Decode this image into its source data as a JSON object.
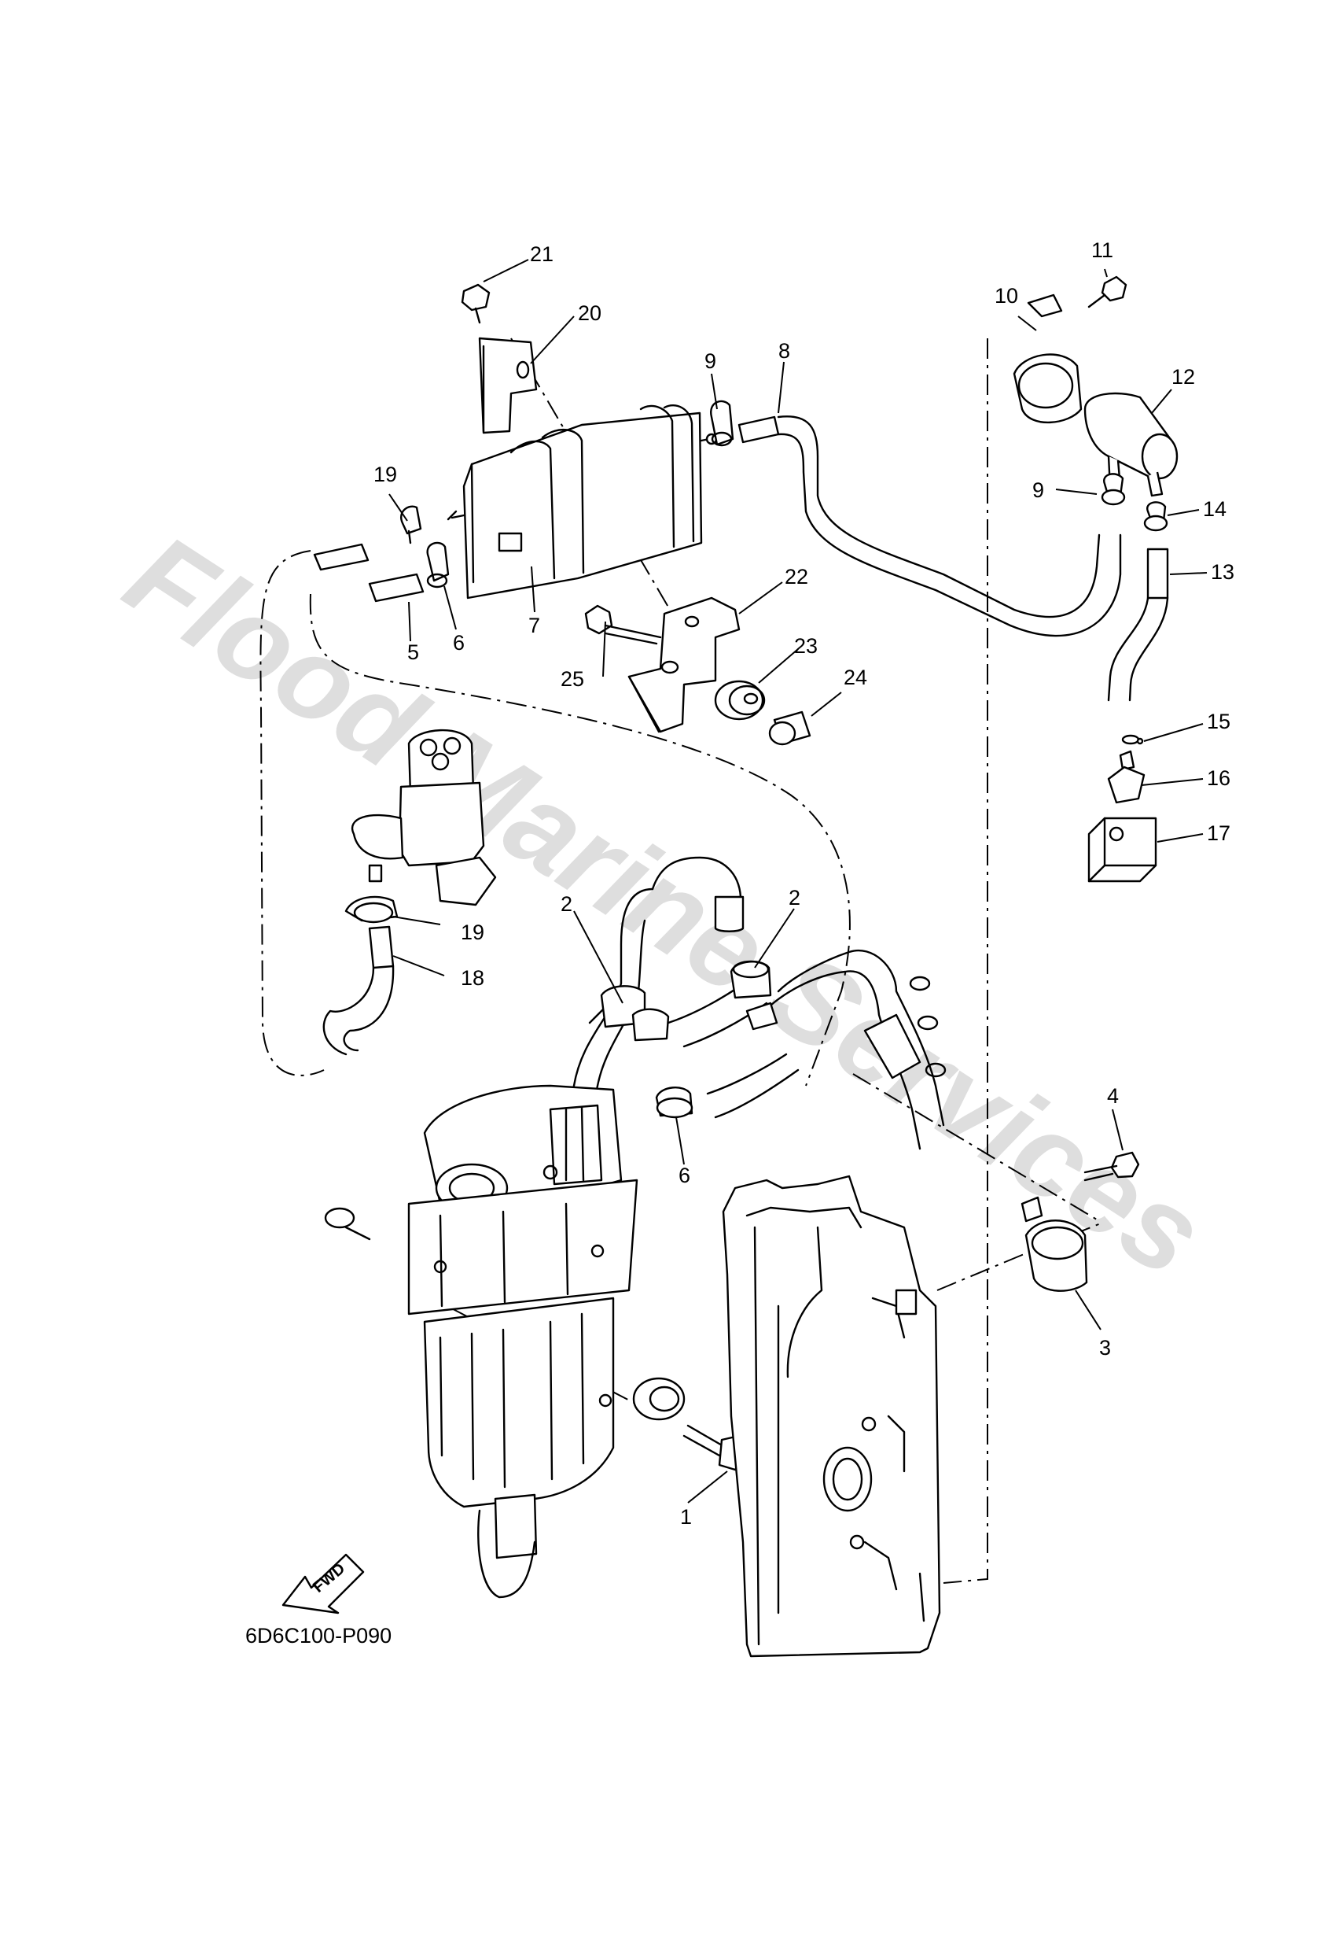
{
  "diagram_code": "6D6C100-P090",
  "watermark": "Flood Marine Services",
  "fwd_label": "FWD",
  "callouts": {
    "c1": "1",
    "c2a": "2",
    "c2b": "2",
    "c3": "3",
    "c4": "4",
    "c5": "5",
    "c6a": "6",
    "c6b": "6",
    "c7": "7",
    "c8": "8",
    "c9a": "9",
    "c9b": "9",
    "c10": "10",
    "c11": "11",
    "c12": "12",
    "c13": "13",
    "c14": "14",
    "c15": "15",
    "c16": "16",
    "c17": "17",
    "c18": "18",
    "c19a": "19",
    "c19b": "19",
    "c20": "20",
    "c21": "21",
    "c22": "22",
    "c23": "23",
    "c24": "24",
    "c25": "25"
  }
}
